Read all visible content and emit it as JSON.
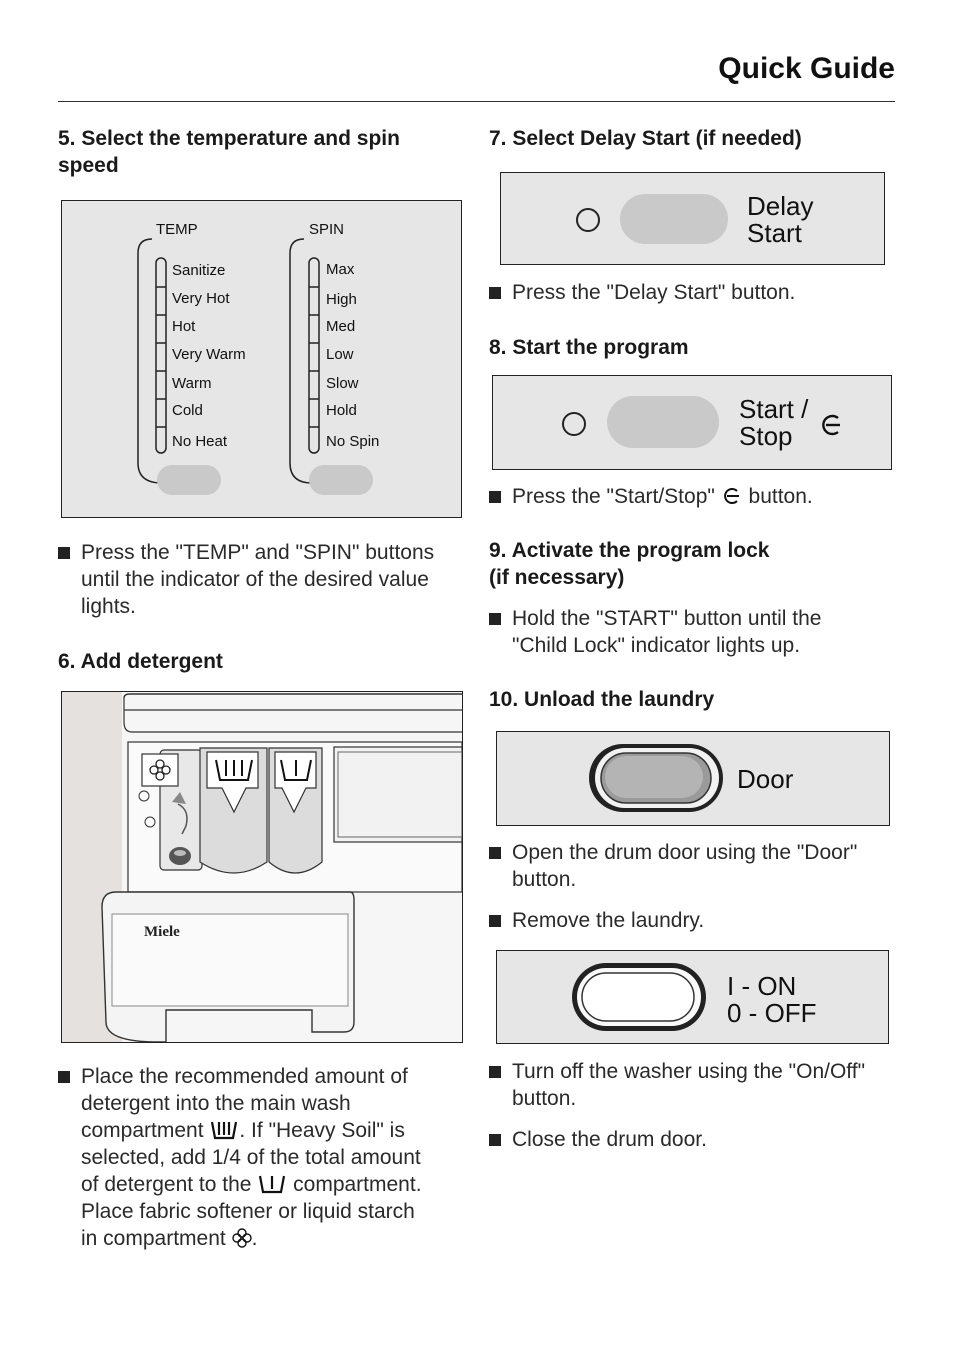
{
  "page": {
    "title": "Quick Guide"
  },
  "step5": {
    "heading_line1": "5. Select the temperature and spin",
    "heading_line2": "speed",
    "temp": {
      "label": "TEMP",
      "options": [
        "Sanitize",
        "Very Hot",
        "Hot",
        "Very Warm",
        "Warm",
        "Cold",
        "No Heat"
      ]
    },
    "spin": {
      "label": "SPIN",
      "options": [
        "Max",
        "High",
        "Med",
        "Low",
        "Slow",
        "Hold",
        "No Spin"
      ]
    },
    "bullet": [
      "Press the \"TEMP\" and \"SPIN\" buttons",
      "until the indicator of the desired value",
      "lights."
    ]
  },
  "step6": {
    "heading": "6. Add detergent",
    "brand": "Miele",
    "bullet": {
      "line1": "Place the recommended amount of",
      "line2": "detergent into the main wash",
      "line3a": "compartment",
      "line3b": ". If \"Heavy Soil\" is",
      "line4": "selected, add 1/4 of the total amount",
      "line5a": "of detergent to the",
      "line5b": "compartment.",
      "line6": "Place fabric softener or liquid starch",
      "line7a": "in compartment",
      "line7b": "."
    }
  },
  "step7": {
    "heading": "7. Select Delay Start (if needed)",
    "label_line1": "Delay",
    "label_line2": "Start",
    "bullet": "Press the \"Delay Start\" button."
  },
  "step8": {
    "heading": "8. Start the program",
    "label_line1": "Start /",
    "label_line2": "Stop",
    "bullet_a": "Press the \"Start/Stop\"",
    "bullet_b": "button."
  },
  "step9": {
    "heading_line1": "9. Activate the program lock",
    "heading_line2": "(if necessary)",
    "bullet": [
      "Hold the \"START\" button until the",
      "\"Child Lock\" indicator lights up."
    ]
  },
  "step10": {
    "heading": "10. Unload the laundry",
    "door_label": "Door",
    "bullet1": [
      "Open the drum door using the \"Door\"",
      "button."
    ],
    "bullet2": "Remove the laundry.",
    "onoff_line1": "I - ON",
    "onoff_line2": "0 - OFF",
    "bullet3": [
      "Turn off the washer using the \"On/Off\"",
      "button."
    ],
    "bullet4": "Close the drum door."
  }
}
